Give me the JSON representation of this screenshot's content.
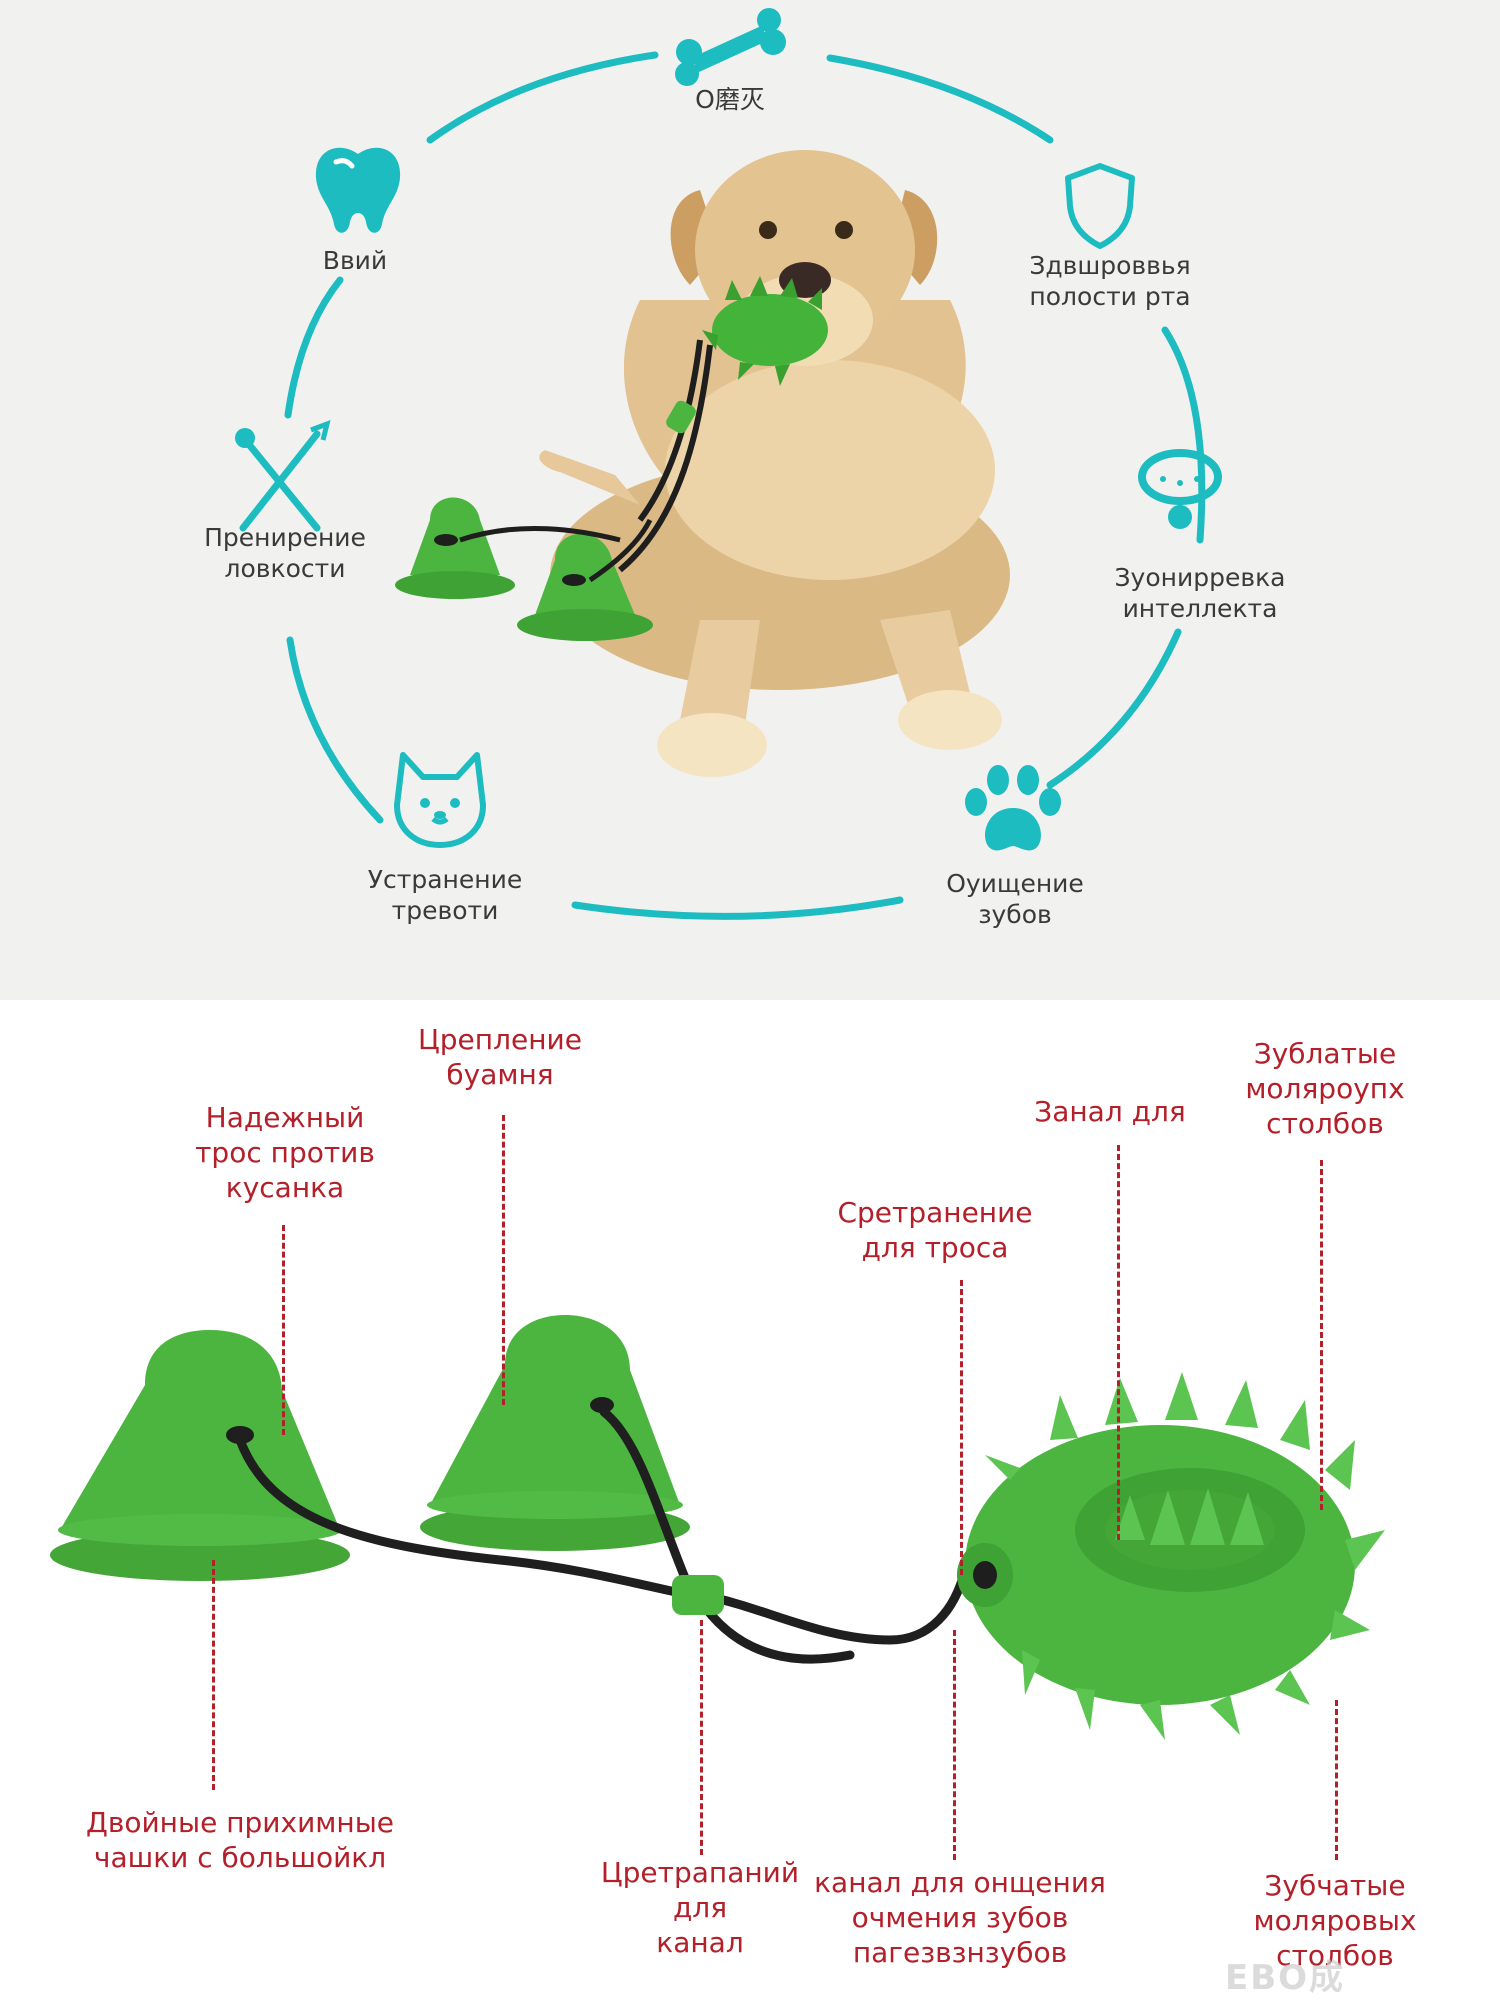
{
  "features": {
    "chew": {
      "icon": "bone-icon",
      "lines": [
        "O磨灭"
      ]
    },
    "tooth": {
      "icon": "tooth-icon",
      "lines": [
        "Ввий"
      ]
    },
    "oral": {
      "icon": "shield-icon",
      "lines": [
        "Здвшроввья",
        "полости рта"
      ]
    },
    "dexterity": {
      "icon": "crossed-tools-icon",
      "lines": [
        "Пренирение",
        "ловкости"
      ]
    },
    "intellect": {
      "icon": "collar-icon",
      "lines": [
        "Зуонирревка",
        "интеллекта"
      ]
    },
    "anxiety": {
      "icon": "shiba-face-icon",
      "lines": [
        "Устранение",
        "тревоти"
      ]
    },
    "cleaning": {
      "icon": "paw-icon",
      "lines": [
        "Оуищение",
        "зубов"
      ]
    }
  },
  "callouts": {
    "rope": [
      "Надежный",
      "трос против",
      "кусанка"
    ],
    "attach": [
      "Црепление",
      "буамня"
    ],
    "channel_top": [
      "Занал для"
    ],
    "molar_top": [
      "Зублатые",
      "моляроупх",
      "столбов"
    ],
    "rope_hold": [
      "Сретранение",
      "для троса"
    ],
    "cups": [
      "Двойные прихимные",
      "чашки с большойкл"
    ],
    "canal": [
      "Цретрапаний",
      "для",
      "канал"
    ],
    "clean_channel": [
      "канал для онщения",
      "очмения зубов",
      "пагезвзнзубов"
    ],
    "molar_bottom": [
      "Зубчатые",
      "моляровых",
      "столбов"
    ]
  },
  "watermark": "ЕBO成",
  "colors": {
    "accent": "#1cbcc0",
    "callout": "#b3202a",
    "toy_green": "#4caf3e",
    "rope": "#222222"
  }
}
